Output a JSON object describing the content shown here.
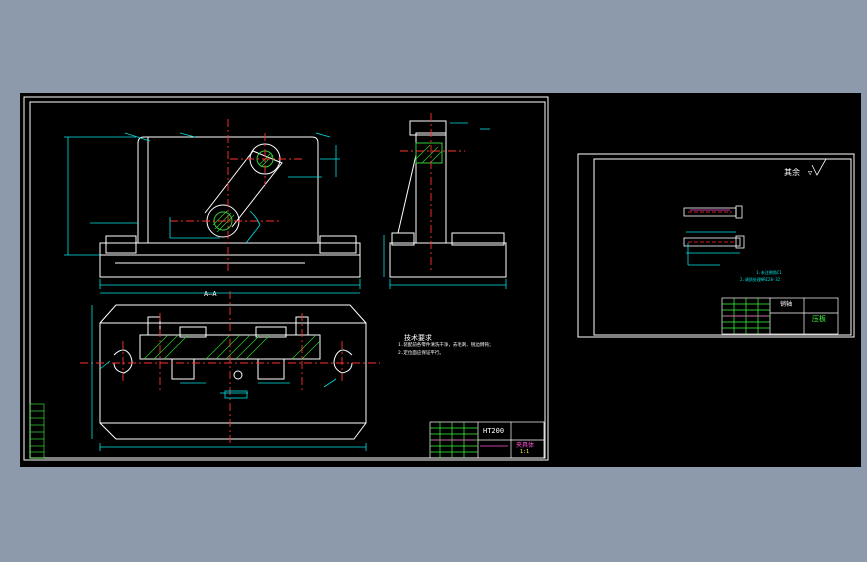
{
  "colors": {
    "background": "#8d9aab",
    "viewport": "#000000",
    "border": "#ffffff",
    "outline": "#ffffff",
    "dimension": "#00e5e5",
    "centerline": "#ff3030",
    "hatch": "#33cc33",
    "note": "#ffffff",
    "accent_green": "#3cff3c",
    "accent_magenta": "#ff4fd8",
    "accent_yellow": "#ffff40"
  },
  "main_sheet": {
    "technical_requirements_title": "技术要求",
    "technical_requirements_lines": [
      "1.装配前各零件清洗干净，去毛刺、锐边倒钝；",
      "2.定位面应保证平行。"
    ],
    "section_label": "A—A",
    "title_block": {
      "material": "HT200",
      "drawing_name": "夹具体",
      "scale": "1:1"
    }
  },
  "detail_sheet": {
    "roughness_note": "其余",
    "roughness_symbol": "▽",
    "tech_note_lines": [
      "1.未注倒角C1",
      "2.调质处理HRC28-32"
    ],
    "title_block": {
      "part_name": "销轴",
      "drawing_no": "压板"
    }
  }
}
